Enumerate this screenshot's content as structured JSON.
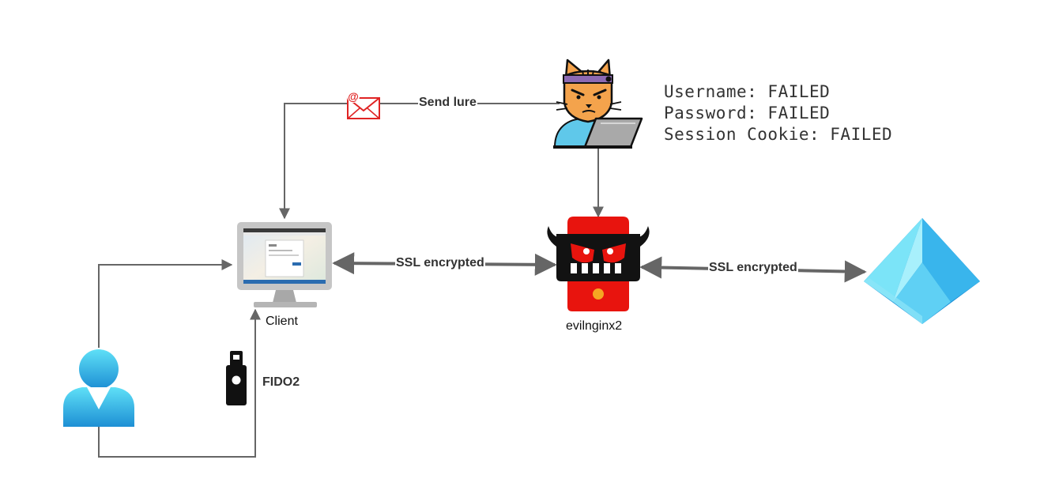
{
  "connections": {
    "send_lure": "Send lure",
    "ssl_client_proxy": "SSL encrypted",
    "ssl_proxy_idp": "SSL encrypted",
    "fido2": "FIDO2"
  },
  "nodes": {
    "client": "Client",
    "proxy": "evilnginx2"
  },
  "status_lines": [
    "Username: FAILED",
    "Password: FAILED",
    "Session Cookie: FAILED"
  ],
  "icons": {
    "attacker": "hacker-cat-icon",
    "email": "email-icon",
    "client": "desktop-monitor-icon",
    "proxy": "evil-robot-icon",
    "identity_provider": "azure-ad-pyramid-icon",
    "user": "user-person-icon",
    "security_key": "usb-security-key-icon"
  },
  "colors": {
    "connector": "#666666",
    "email_red": "#e02424",
    "proxy_red": "#e8140e",
    "proxy_dark": "#121212",
    "azure_light": "#5fe0f7",
    "azure_dark": "#1c8fd6",
    "cat_orange": "#f4a34c",
    "headband": "#8d6ab3"
  }
}
